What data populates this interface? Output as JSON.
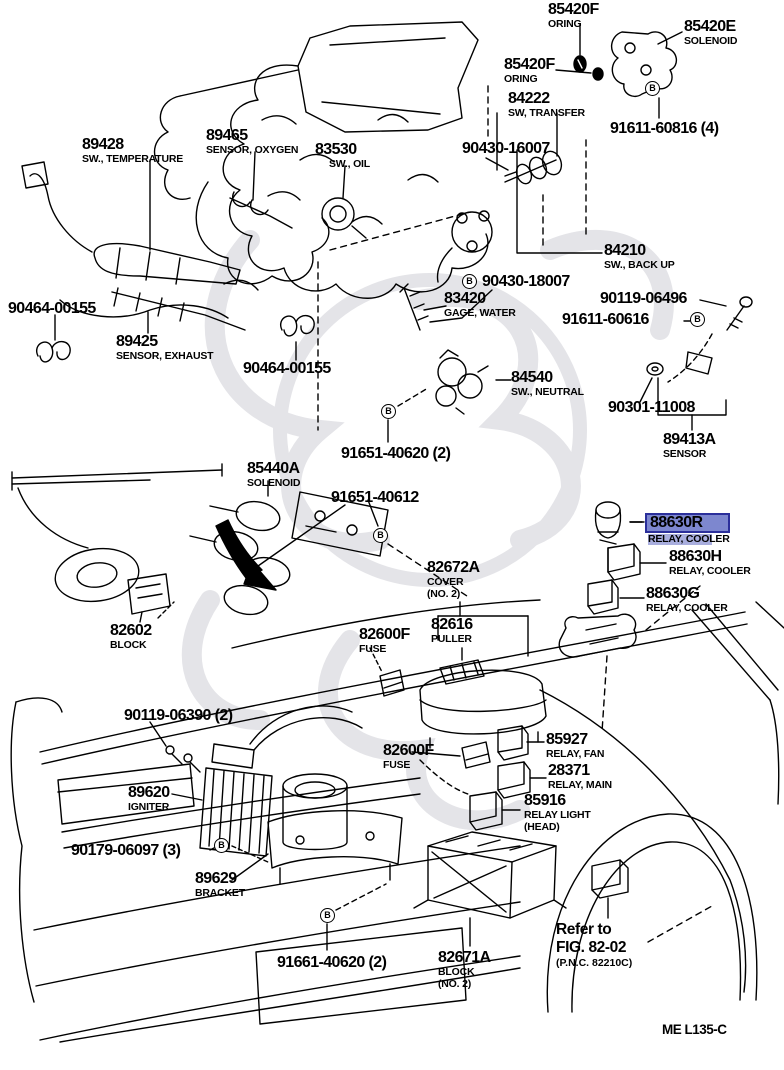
{
  "page": {
    "figure_code": "ME L135-C",
    "highlight_fill": "#7d87cf",
    "highlight_border": "#2b2f9b",
    "line_color": "#000000",
    "background": "#ffffff"
  },
  "glyphs": {
    "bolt_marker": "B"
  },
  "note": {
    "line1": "Refer to",
    "line2": "FIG. 82-02",
    "line3": "(P.N.C. 82210C)"
  },
  "parts": [
    {
      "number": "85420F",
      "name": "ORING"
    },
    {
      "number": "85420E",
      "name": "SOLENOID"
    },
    {
      "number": "85420F",
      "name": "ORING"
    },
    {
      "number": "84222",
      "name": "SW, TRANSFER"
    },
    {
      "number": "90430-16007"
    },
    {
      "number": "91611-60816 (4)"
    },
    {
      "number": "89428",
      "name": "SW., TEMPERATURE"
    },
    {
      "number": "89465",
      "name": "SENSOR, OXYGEN"
    },
    {
      "number": "83530",
      "name": "SW., OIL"
    },
    {
      "number": "84210",
      "name": "SW., BACK UP"
    },
    {
      "number": "90430-18007"
    },
    {
      "number": "83420",
      "name": "GAGE, WATER"
    },
    {
      "number": "90119-06496"
    },
    {
      "number": "91611-60616"
    },
    {
      "number": "90464-00155"
    },
    {
      "number": "89425",
      "name": "SENSOR, EXHAUST"
    },
    {
      "number": "90464-00155"
    },
    {
      "number": "84540",
      "name": "SW., NEUTRAL"
    },
    {
      "number": "90301-11008"
    },
    {
      "number": "89413A",
      "name": "SENSOR"
    },
    {
      "number": "91651-40620 (2)"
    },
    {
      "number": "85440A",
      "name": "SOLENOID"
    },
    {
      "number": "91651-40612"
    },
    {
      "number": "88630R",
      "name": "RELAY, COOLER"
    },
    {
      "number": "88630H",
      "name": "RELAY, COOLER"
    },
    {
      "number": "88630G",
      "name": "RELAY, COOLER"
    },
    {
      "number": "82672A",
      "name": "COVER",
      "name2": "(NO. 2)"
    },
    {
      "number": "82616",
      "name": "PULLER"
    },
    {
      "number": "82600F",
      "name": "FUSE"
    },
    {
      "number": "82602",
      "name": "BLOCK"
    },
    {
      "number": "90119-06390 (2)"
    },
    {
      "number": "82600F",
      "name": "FUSE"
    },
    {
      "number": "85927",
      "name": "RELAY, FAN"
    },
    {
      "number": "28371",
      "name": "RELAY, MAIN"
    },
    {
      "number": "85916",
      "name": "RELAY LIGHT",
      "name2": "(HEAD)"
    },
    {
      "number": "89620",
      "name": "IGNITER"
    },
    {
      "number": "90179-06097 (3)"
    },
    {
      "number": "89629",
      "name": "BRACKET"
    },
    {
      "number": "91661-40620 (2)"
    },
    {
      "number": "82671A",
      "name": "BLOCK",
      "name2": "(NO. 2)"
    }
  ]
}
